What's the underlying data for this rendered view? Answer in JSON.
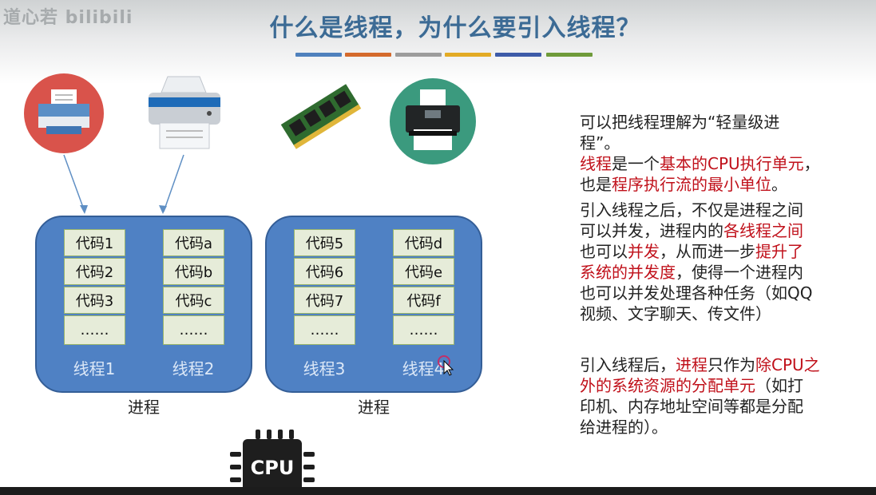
{
  "slide": {
    "title": "什么是线程，为什么要引入线程？",
    "watermark": "道心若 bilibili",
    "stripe_colors": [
      "#4f81bd",
      "#d46a2c",
      "#9c9c9c",
      "#e3ab25",
      "#3d5ba8",
      "#6f9b3a"
    ]
  },
  "processes": [
    {
      "label": "进程",
      "threads": [
        {
          "label": "线程1",
          "cells": [
            "代码1",
            "代码2",
            "代码3",
            "……"
          ]
        },
        {
          "label": "线程2",
          "cells": [
            "代码a",
            "代码b",
            "代码c",
            "……"
          ]
        }
      ]
    },
    {
      "label": "进程",
      "threads": [
        {
          "label": "线程3",
          "cells": [
            "代码5",
            "代码6",
            "代码7",
            "……"
          ]
        },
        {
          "label": "线程4",
          "cells": [
            "代码d",
            "代码e",
            "代码f",
            "……"
          ]
        }
      ]
    }
  ],
  "cpu": {
    "label": "CPU"
  },
  "icons": [
    "printer-red-icon",
    "printer-gray-icon",
    "memory-stick-icon",
    "printer-green-icon",
    "cpu-chip-icon"
  ],
  "text": {
    "p1": {
      "t1": "可以把线程理解为“轻量级进",
      "t2": "程”。"
    },
    "p2": {
      "l1a": "线程",
      "l1b": "是一个",
      "l1c": "基本的CPU执行单元",
      "l1d": "，",
      "l2a": "也是",
      "l2b": "程序执行流的最小单位",
      "l2c": "。"
    },
    "p3": {
      "l1": "引入线程之后，不仅是进程之间",
      "l2a": "可以并发，进程内的",
      "l2b": "各线程之间",
      "l3a": "也可以",
      "l3b": "并发",
      "l3c": "，从而进一步",
      "l3d": "提升了",
      "l4a": "系统的并发度",
      "l4b": "，使得一个进程内",
      "l5": "也可以并发处理各种任务（如QQ",
      "l6": "视频、文字聊天、传文件）"
    },
    "p4": {
      "l1a": "引入线程后，",
      "l1b": "进程",
      "l1c": "只作为",
      "l1d": "除CPU之",
      "l2a": "外的系统资源的分配单元",
      "l2b": "（如打",
      "l3": "印机、内存地址空间等都是分配",
      "l4": "给进程的）。"
    }
  }
}
